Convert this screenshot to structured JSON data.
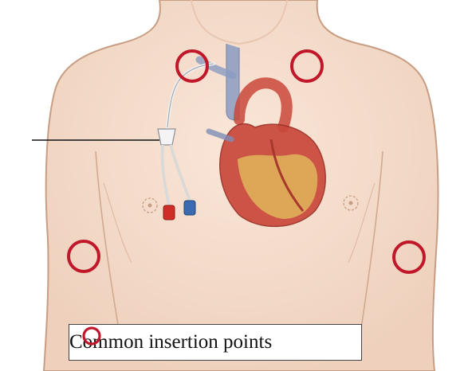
{
  "legend": {
    "label": "Common insertion points",
    "marker_color": "#c0182a"
  },
  "colors": {
    "skin": "#f6dccb",
    "skin_outline": "#c79e84",
    "insertion_circle": "#c0182a",
    "heart_red": "#c9483b",
    "heart_yellow": "#e0b55a",
    "vein_blue": "#7e8fb7",
    "cap_red": "#cf2e26",
    "cap_blue": "#3a6bb0"
  },
  "insertion_points": [
    {
      "name": "left-subclavian"
    },
    {
      "name": "right-subclavian"
    },
    {
      "name": "left-arm"
    },
    {
      "name": "right-arm"
    }
  ]
}
